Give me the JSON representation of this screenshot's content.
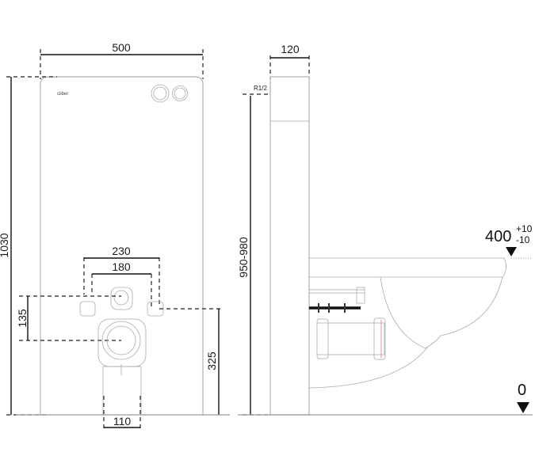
{
  "drawing": {
    "brand_label": "ciiber",
    "front_view": {
      "width_label": "500",
      "height_label": "1030",
      "bracket_outer_label": "230",
      "bracket_inner_label": "180",
      "bracket_to_drain_label": "135",
      "bracket_height_label": "325",
      "drain_pipe_label": "110"
    },
    "side_view": {
      "depth_label": "120",
      "water_inlet_label": "R1/2",
      "inlet_height_label": "950-980"
    },
    "levels": {
      "seat_height_label": "400",
      "seat_tolerance_plus": "+10",
      "seat_tolerance_minus": "-10",
      "floor_label": "0"
    }
  }
}
